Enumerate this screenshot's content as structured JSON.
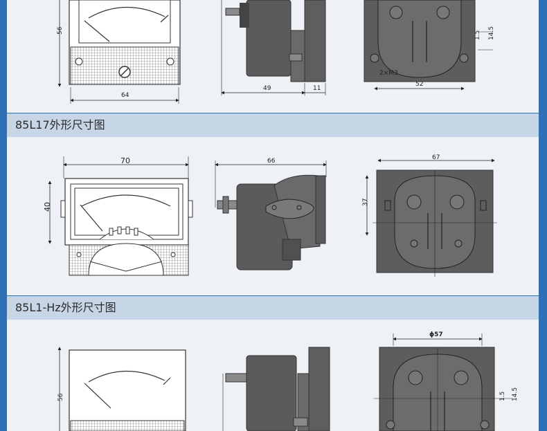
{
  "sections": [
    {
      "title": ""
    },
    {
      "title": "85L17外形尺寸图"
    },
    {
      "title": "85L1-Hz外形尺寸图"
    }
  ],
  "top_diagram": {
    "front_height": "56",
    "front_width": "64",
    "side_depth": "49",
    "side_flange": "11",
    "rear_width": "52",
    "rear_screw": "2×M3",
    "rear_dim_a": "1.5",
    "rear_dim_b": "14.5"
  },
  "middle_diagram": {
    "front_width": "70",
    "front_height": "40",
    "side_depth": "66",
    "rear_width": "67",
    "rear_height": "37"
  },
  "bottom_diagram": {
    "front_height": "56",
    "rear_diameter": "ϕ57",
    "rear_dim_a": "1.5",
    "rear_dim_b": "14.5"
  },
  "colors": {
    "frame": "#2e6fb6",
    "panel": "#eef2f7",
    "header": "#c7d6e6",
    "body_gray": "#5a5a5a"
  }
}
